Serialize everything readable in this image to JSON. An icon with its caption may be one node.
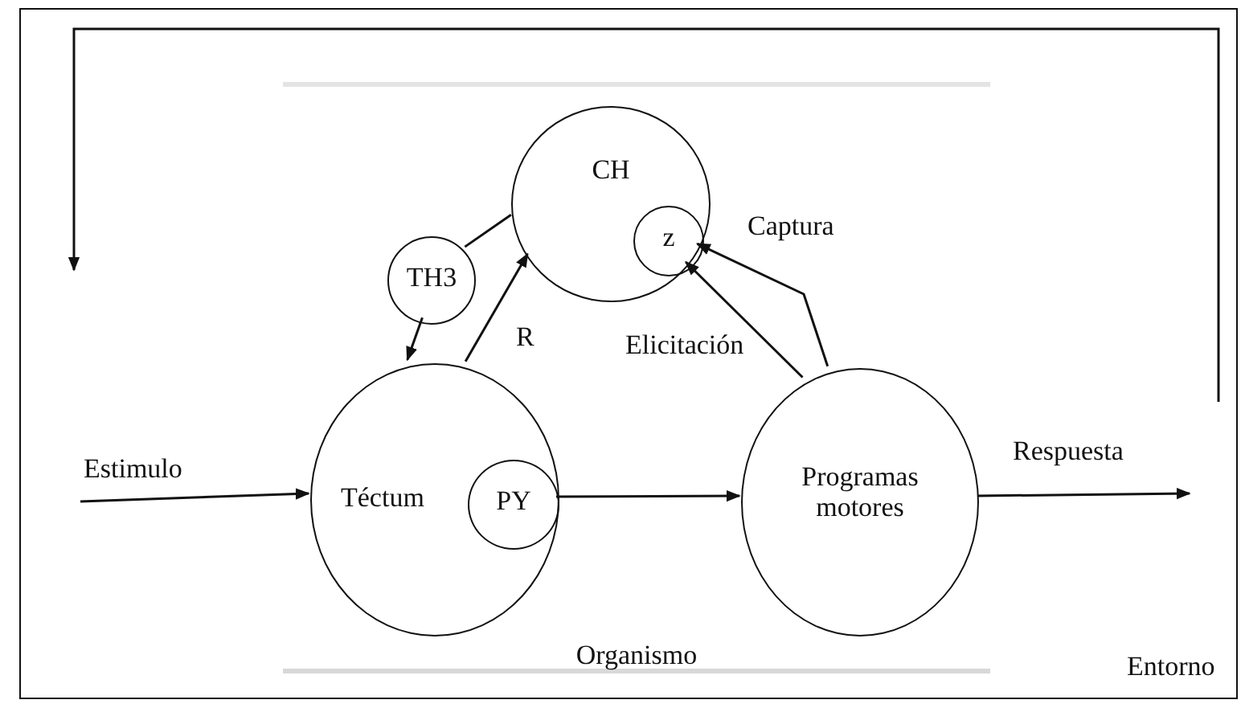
{
  "diagram": {
    "nodes": [
      {
        "text": [
          "Entorno"
        ]
      },
      {
        "text": [
          "Organismo"
        ],
        "in": 0
      },
      {
        "text": [
          "CH"
        ],
        "in": 1
      },
      {
        "text": [
          "z"
        ],
        "in": 2
      },
      {
        "text": [
          "TH3"
        ],
        "in": 1
      },
      {
        "text": [
          "Téctum"
        ],
        "in": 1
      },
      {
        "text": [
          "PY"
        ],
        "in": 5
      },
      {
        "text": [
          "Programas motores"
        ],
        "in": 1
      }
    ],
    "edges": [
      {
        "from": null,
        "to": 5,
        "arrow": "to",
        "label": "Estimulo"
      },
      {
        "from": 6,
        "to": 7,
        "arrow": "to"
      },
      {
        "from": 7,
        "to": null,
        "arrow": "to",
        "label": "Respuesta"
      },
      {
        "from": 5,
        "to": 2,
        "arrow": "to",
        "label": "R"
      },
      {
        "from": 2,
        "to": 4,
        "arrow": "none"
      },
      {
        "from": 4,
        "to": 5,
        "arrow": "to"
      },
      {
        "from": 7,
        "to": 3,
        "arrow": "to",
        "label": "Elicitación"
      },
      {
        "from": 7,
        "to": 2,
        "arrow": "to",
        "label": "Captura"
      }
    ]
  }
}
